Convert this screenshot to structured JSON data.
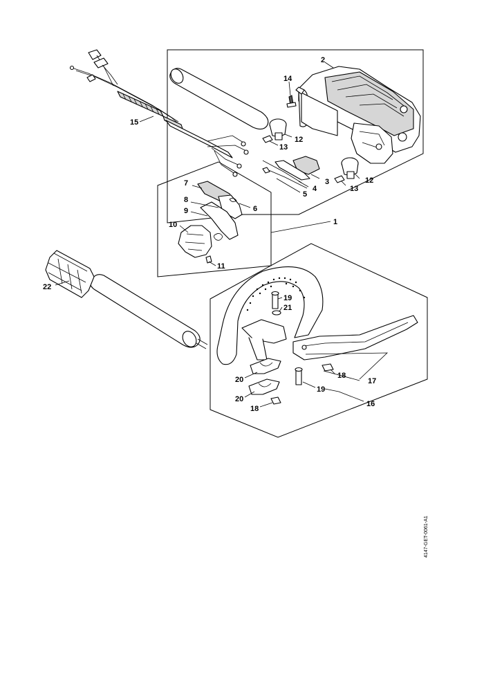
{
  "diagram": {
    "document_id": "4147-GET-0061-A1",
    "callouts": [
      {
        "id": "c2",
        "text": "2"
      },
      {
        "id": "c14",
        "text": "14"
      },
      {
        "id": "c15",
        "text": "15"
      },
      {
        "id": "c12a",
        "text": "12"
      },
      {
        "id": "c13a",
        "text": "13"
      },
      {
        "id": "c3",
        "text": "3"
      },
      {
        "id": "c4",
        "text": "4"
      },
      {
        "id": "c13b",
        "text": "13"
      },
      {
        "id": "c12b",
        "text": "12"
      },
      {
        "id": "c5",
        "text": "5"
      },
      {
        "id": "c7",
        "text": "7"
      },
      {
        "id": "c6",
        "text": "6"
      },
      {
        "id": "c8",
        "text": "8"
      },
      {
        "id": "c9",
        "text": "9"
      },
      {
        "id": "c10",
        "text": "10"
      },
      {
        "id": "c1",
        "text": "1"
      },
      {
        "id": "c11",
        "text": "11"
      },
      {
        "id": "c22",
        "text": "22"
      },
      {
        "id": "c19a",
        "text": "19"
      },
      {
        "id": "c21",
        "text": "21"
      },
      {
        "id": "c18a",
        "text": "18"
      },
      {
        "id": "c17",
        "text": "17"
      },
      {
        "id": "c20a",
        "text": "20"
      },
      {
        "id": "c19b",
        "text": "19"
      },
      {
        "id": "c20b",
        "text": "20"
      },
      {
        "id": "c16",
        "text": "16"
      },
      {
        "id": "c18b",
        "text": "18"
      }
    ]
  }
}
